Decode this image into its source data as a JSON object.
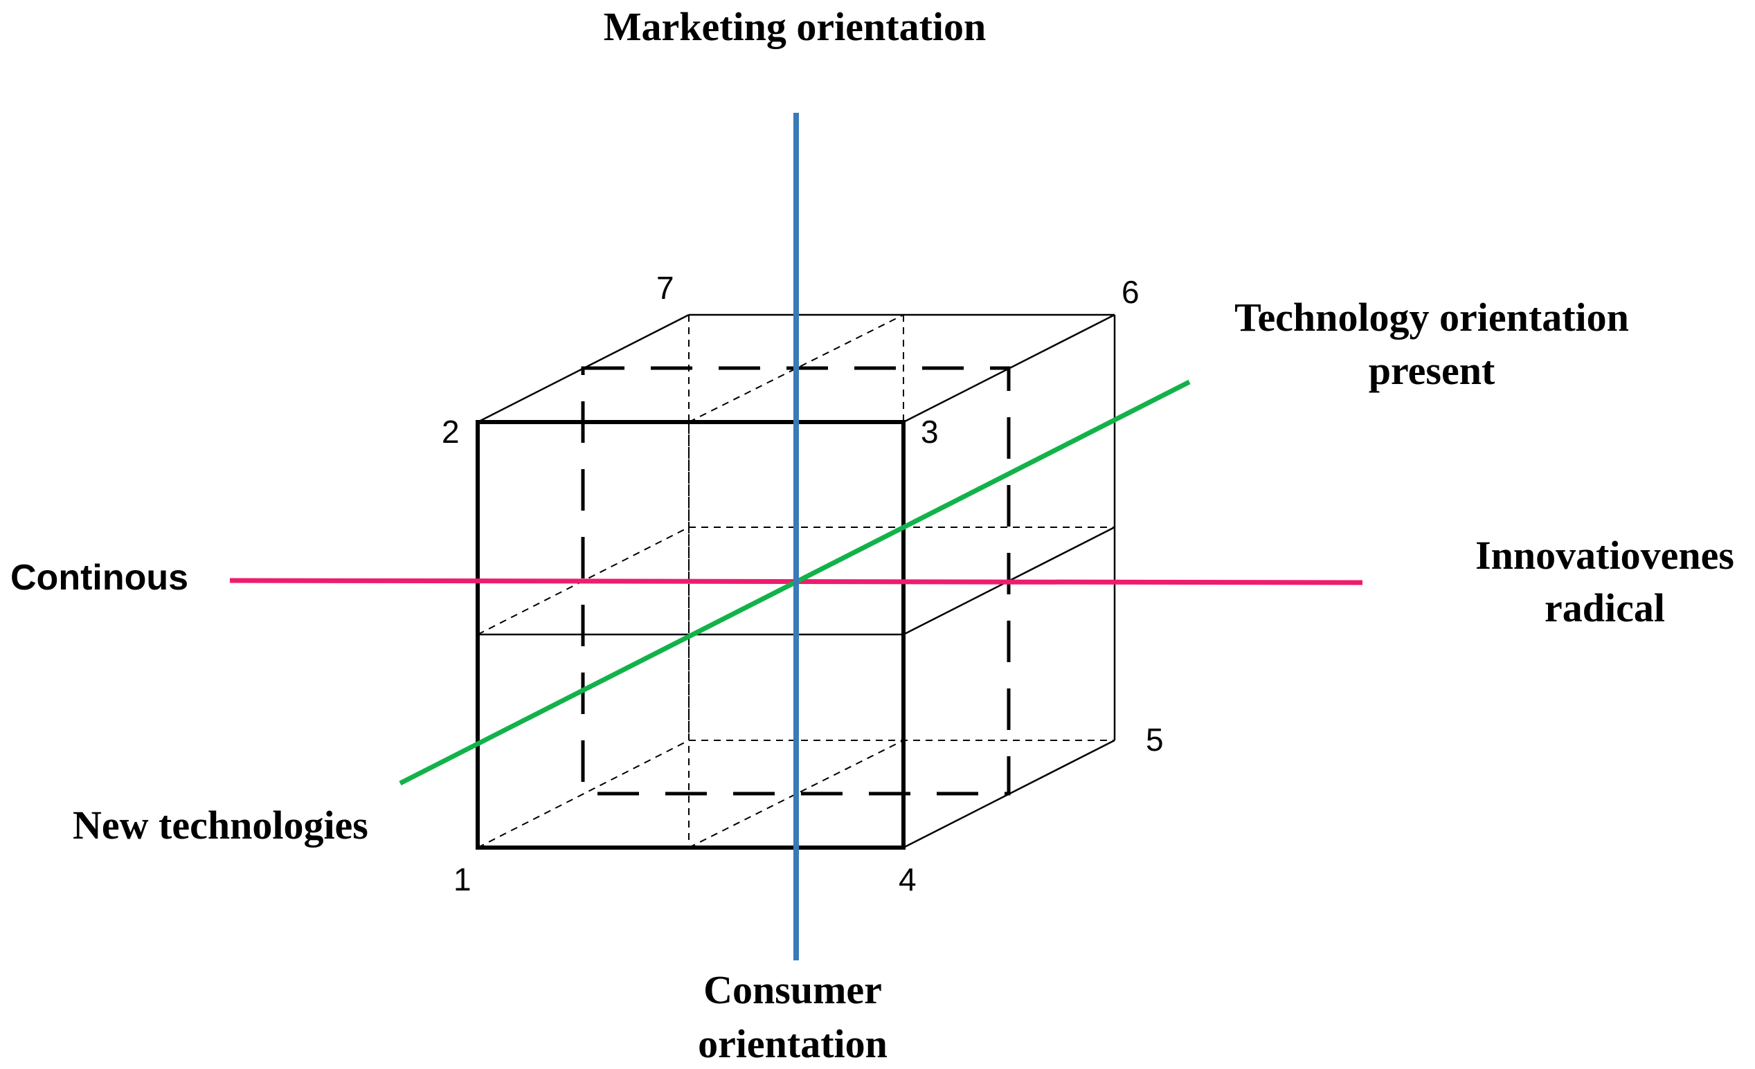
{
  "labels": {
    "top": "Marketing orientation",
    "bottom_line1": "Consumer",
    "bottom_line2": "orientation",
    "left": "Continous",
    "right_line1": "Innovatiovenes",
    "right_line2": "radical",
    "upper_right_line1": "Technology orientation",
    "upper_right_line2": "present",
    "lower_left": "New technologies"
  },
  "corners": [
    "1",
    "2",
    "3",
    "4",
    "5",
    "6",
    "7"
  ],
  "colors": {
    "vertical_axis": "#3a7ab8",
    "horizontal_axis": "#ee1c6e",
    "diagonal_axis": "#12b24a",
    "cube": "#000000"
  }
}
